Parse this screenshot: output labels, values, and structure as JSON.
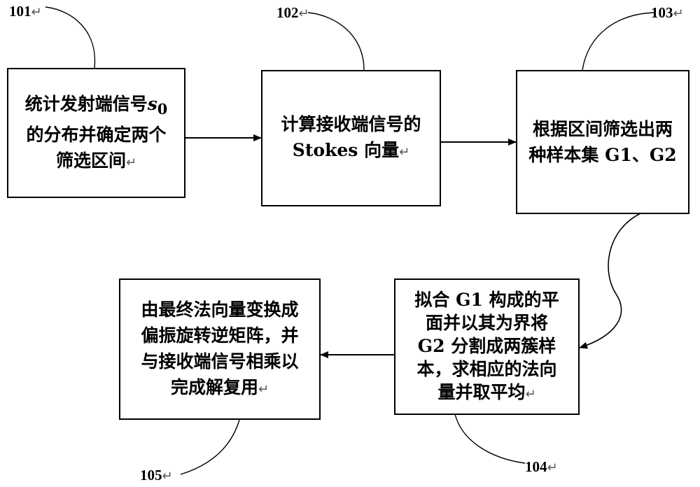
{
  "labels": {
    "l101": "101",
    "l102": "102",
    "l103": "103",
    "l104": "104",
    "l105": "105"
  },
  "return_mark": "↵",
  "boxes": {
    "b101": {
      "lines": [
        "统计发射端信号",
        "的分布并确定两个",
        "筛选区间"
      ],
      "symbol": "s",
      "subscript": "0"
    },
    "b102": {
      "lines": [
        "计算接收端信号的",
        "Stokes 向量"
      ]
    },
    "b103": {
      "lines": [
        "根据区间筛选出两",
        "种样本集 G1、G2"
      ]
    },
    "b104": {
      "lines": [
        "拟合 G1 构成的平",
        "面并以其为界将",
        "G2 分割成两簇样",
        "本，求相应的法向",
        "量并取平均"
      ]
    },
    "b105": {
      "lines": [
        "由最终法向量变换成",
        "偏振旋转逆矩阵，并",
        "与接收端信号相乘以",
        "完成解复用"
      ]
    }
  }
}
